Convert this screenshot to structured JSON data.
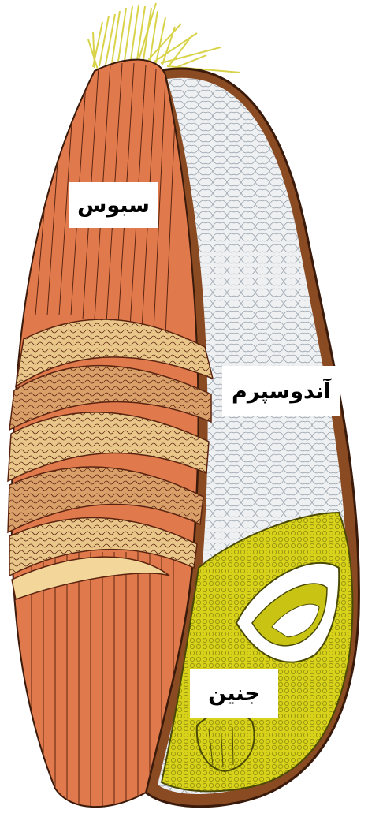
{
  "labels": {
    "bran": "سبوس",
    "endosperm": "آندوسپرم",
    "germ": "جنین"
  },
  "colors": {
    "bran": "#e07a4c",
    "bran_lines": "#5a2410",
    "aleurone_band": "#e9c78a",
    "endosperm": "#eef0f2",
    "endosperm_cells": "#9aa3ad",
    "germ": "#d8d21a",
    "germ_lines": "#4a4a05",
    "brush": "#d9d34a",
    "outline": "#3a1a0a"
  }
}
